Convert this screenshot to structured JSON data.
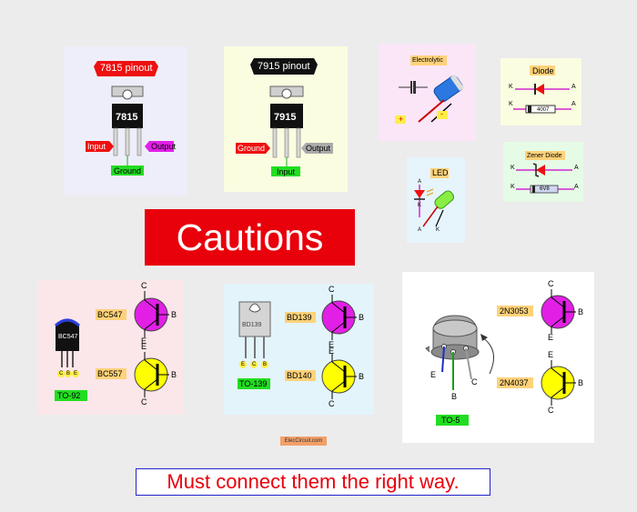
{
  "regulators": {
    "r7815": {
      "title": "7815 pinout",
      "body": "7815",
      "input": "Input",
      "output": "Output",
      "ground": "Ground"
    },
    "r7915": {
      "title": "7915 pinout",
      "body": "7915",
      "ground": "Ground",
      "output": "Output",
      "input": "Input"
    }
  },
  "capacitor": {
    "title": "Electrolytic",
    "plus": "+",
    "minus": "-"
  },
  "diode": {
    "title": "Diode",
    "k": "K",
    "a": "A",
    "part": "4007"
  },
  "led": {
    "title": "LED",
    "a": "A",
    "k": "K"
  },
  "zener": {
    "title": "Zener Diode",
    "k": "K",
    "a": "A",
    "part": "6V8"
  },
  "headline": "Cautions",
  "to92": {
    "part": "BC547",
    "pins": [
      "C",
      "B",
      "E"
    ],
    "package": "TO-92",
    "npn": "BC547",
    "pnp": "BC557",
    "c": "C",
    "b": "B",
    "e": "E"
  },
  "to139": {
    "part": "BD139",
    "pins": [
      "E",
      "C",
      "B"
    ],
    "package": "TO-139",
    "npn": "BD139",
    "pnp": "BD140",
    "c": "C",
    "b": "B",
    "e": "E"
  },
  "to5": {
    "package": "TO-5",
    "e": "E",
    "b": "B",
    "c": "C",
    "npn": "2N3053",
    "pnp": "2N4037"
  },
  "credit": "ElecCircuit.com",
  "warning": "Must connect them the right way.",
  "colors": {
    "red": "#e8000b",
    "magenta": "#e21fe6",
    "yellow": "#ffff00",
    "green": "#00e000",
    "orange_tag": "#ffd27a"
  }
}
